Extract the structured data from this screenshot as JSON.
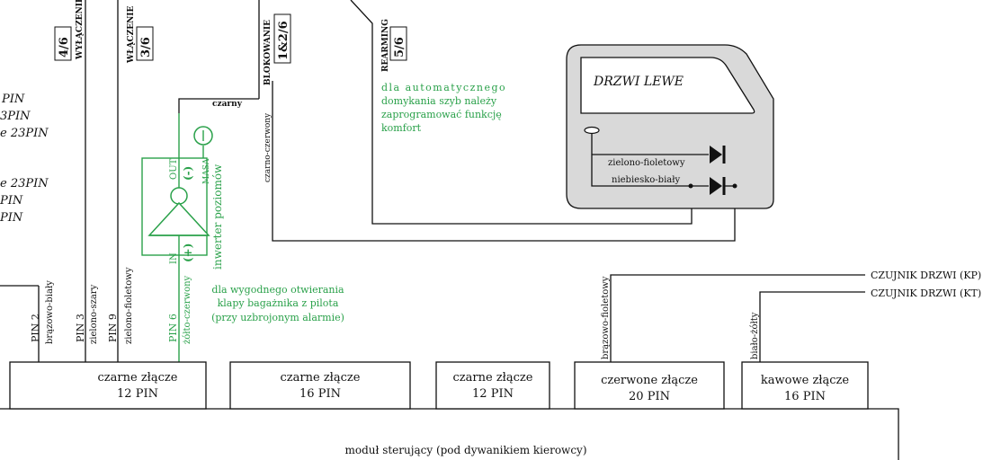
{
  "colors": {
    "wire": "#111111",
    "green": "#2aa14a",
    "door": "#d9d9d9"
  },
  "left_notes": [
    "PIN",
    "3PIN",
    "e 23PIN",
    "e 23PIN",
    "PIN",
    "PIN"
  ],
  "functions": {
    "wylaczenie": {
      "label": "WYŁĄCZENIE",
      "code": "4/6"
    },
    "wlaczenie": {
      "label": "WŁĄCZENIE",
      "code": "3/6"
    },
    "blokowanie": {
      "label": "BLOKOWANIE",
      "code": "1&2/6"
    },
    "rearming": {
      "label": "REARMING",
      "code": "5/6"
    }
  },
  "wires": {
    "czarny": "czarny",
    "czarno_czerwony": "czarno-czerwony",
    "brazowo_bialy": "brązowo-biały",
    "zielono_szary": "zielono-szary",
    "zielono_fioletowy": "zielono-fioletowy",
    "zolto_czerwony": "żółto-czerwony",
    "brazowo_fioletowy": "brązowo-fioletowy",
    "bialo_zolty": "biało-żółty"
  },
  "pins": {
    "p2": "PIN 2",
    "p3": "PIN 3",
    "p9": "PIN 9",
    "p6": "PIN 6"
  },
  "inverter": {
    "label": "inwerter poziomów",
    "out": "OUT",
    "minus": "(-)",
    "masa": "MASA",
    "in": "IN",
    "plus": "(+)"
  },
  "notes": {
    "klapa": [
      "dla wygodnego otwierania",
      "klapy bagażnika z pilota",
      "(przy uzbrojonym alarmie)"
    ],
    "auto": [
      "dla automatycznego",
      "domykania szyb należy",
      "zaprogramować funkcję",
      "komfort"
    ]
  },
  "door": {
    "title": "DRZWI LEWE",
    "wire1": "zielono-fioletowy",
    "wire2": "niebiesko-biały"
  },
  "sensors": {
    "kp": "CZUJNIK DRZWI (KP)",
    "kt": "CZUJNIK DRZWI (KT)"
  },
  "connectors": [
    {
      "name": "czarne złącze",
      "pins": "12 PIN"
    },
    {
      "name": "czarne złącze",
      "pins": "16 PIN"
    },
    {
      "name": "czarne złącze",
      "pins": "12 PIN"
    },
    {
      "name": "czerwone złącze",
      "pins": "20 PIN"
    },
    {
      "name": "kawowe złącze",
      "pins": "16 PIN"
    }
  ],
  "module": "moduł sterujący (pod dywanikiem kierowcy)"
}
